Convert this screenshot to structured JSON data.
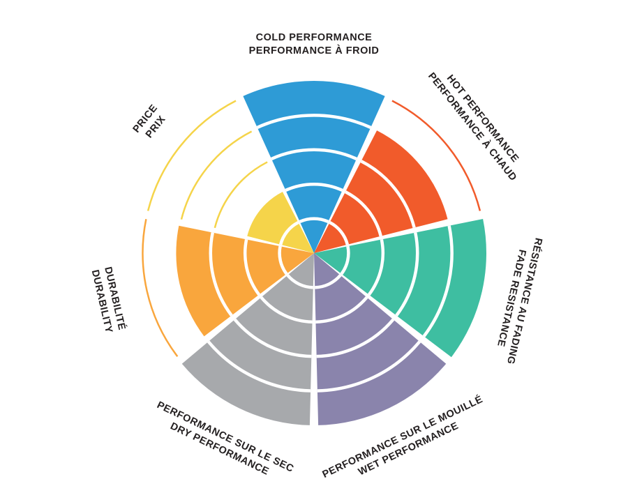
{
  "chart_data": {
    "type": "radar",
    "variant": "segmented-polar-wheel",
    "max_rings": 5,
    "direction": "clockwise-from-top",
    "ring_divider_color": "#ffffff",
    "label_text_color": "#231f20",
    "background_color": "#ffffff",
    "categories": [
      {
        "id": "cold-performance",
        "lines": [
          "COLD PERFORMANCE",
          "PERFORMANCE À FROID"
        ],
        "value": 5,
        "color": "#2e9bd6"
      },
      {
        "id": "hot-performance",
        "lines": [
          "HOT PERFORMANCE",
          "PERFORMANCE À CHAUD"
        ],
        "value": 4,
        "color": "#f15b2b"
      },
      {
        "id": "fade-resistance",
        "lines": [
          "RÉSISTANCE AU FADING",
          "FADE RESISTANCE"
        ],
        "value": 5,
        "color": "#3ebea1"
      },
      {
        "id": "wet-performance",
        "lines": [
          "PERFORMANCE SUR LE MOUILLÉ",
          "WET PERFORMANCE"
        ],
        "value": 5,
        "color": "#8a84ac"
      },
      {
        "id": "dry-performance",
        "lines": [
          "PERFORMANCE SUR LE SEC",
          "DRY PERFORMANCE"
        ],
        "value": 5,
        "color": "#a7a9ac"
      },
      {
        "id": "durability",
        "lines": [
          "DURABILITÉ",
          "DURABILITY"
        ],
        "value": 4,
        "color": "#f9a63d"
      },
      {
        "id": "price",
        "lines": [
          "PRICE",
          "PRIX"
        ],
        "value": 2,
        "color": "#f5d44a"
      }
    ]
  }
}
